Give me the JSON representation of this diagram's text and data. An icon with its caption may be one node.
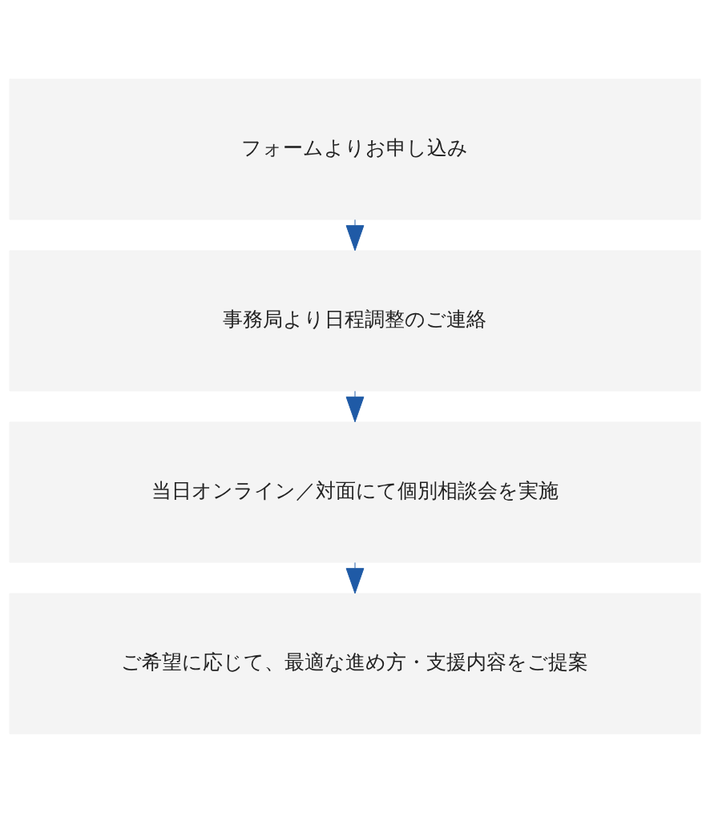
{
  "diagram": {
    "nodes": [
      {
        "text": [
          "フォームよりお申し込み"
        ]
      },
      {
        "text": [
          "事務局より日程調整のご連絡"
        ]
      },
      {
        "text": [
          "当日オンライン／対面にて個別相談会を実施"
        ]
      },
      {
        "text": [
          "ご希望に応じて、最適な進め方・支援内容をご提案"
        ]
      }
    ],
    "edges": [
      {
        "from": 0,
        "to": 1,
        "arrow": "to"
      },
      {
        "from": 1,
        "to": 2,
        "arrow": "to"
      },
      {
        "from": 2,
        "to": 3,
        "arrow": "to"
      }
    ]
  }
}
